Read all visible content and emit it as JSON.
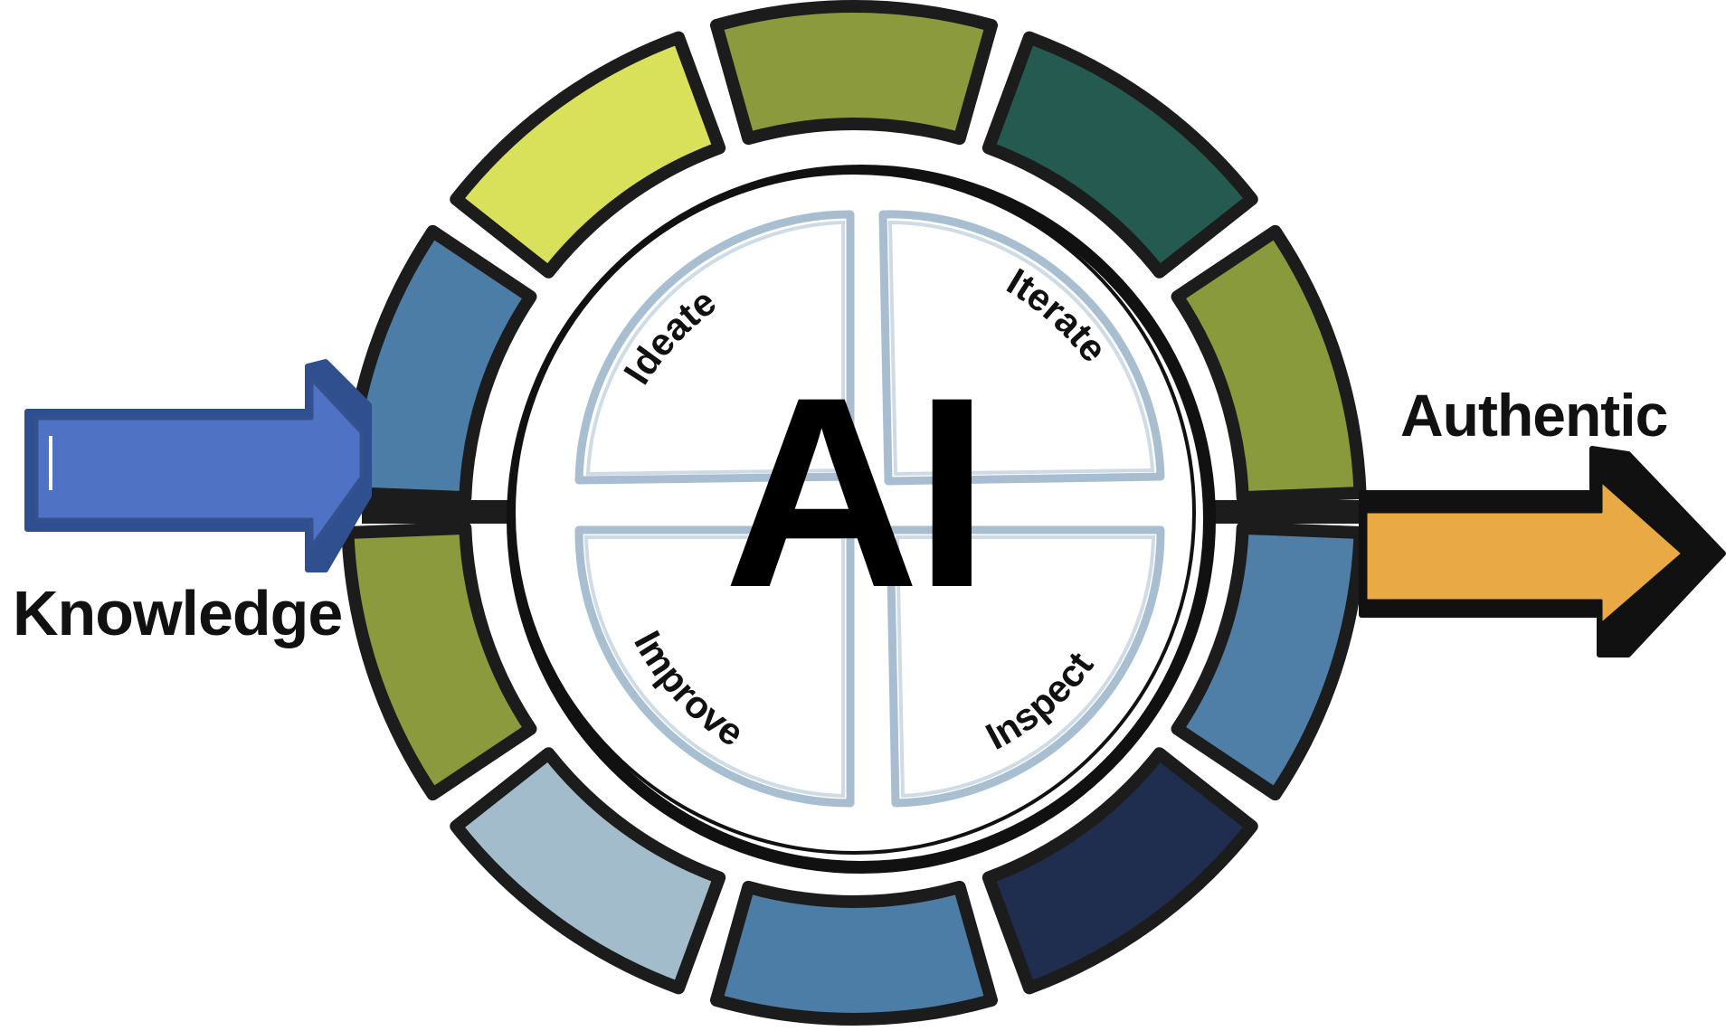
{
  "center_label": "AI",
  "input_label": "Knowledge",
  "output_label": "Authentic",
  "phases": [
    {
      "label": "Ideate"
    },
    {
      "label": "Iterate"
    },
    {
      "label": "Inspect"
    },
    {
      "label": "Improve"
    }
  ],
  "ring_segment_colors": [
    "#8a9a3c",
    "#245a50",
    "#889a3c",
    "#4f7ea6",
    "#1f2d4e",
    "#4c7da7",
    "#a3bccb",
    "#8a9a3c",
    "#4c7da7",
    "#d9e05a"
  ],
  "colors": {
    "input_arrow": "#4f72c4",
    "output_arrow": "#e9a944",
    "outline": "#1c1c1c",
    "quadrant_stroke": "#9fb7cc"
  }
}
